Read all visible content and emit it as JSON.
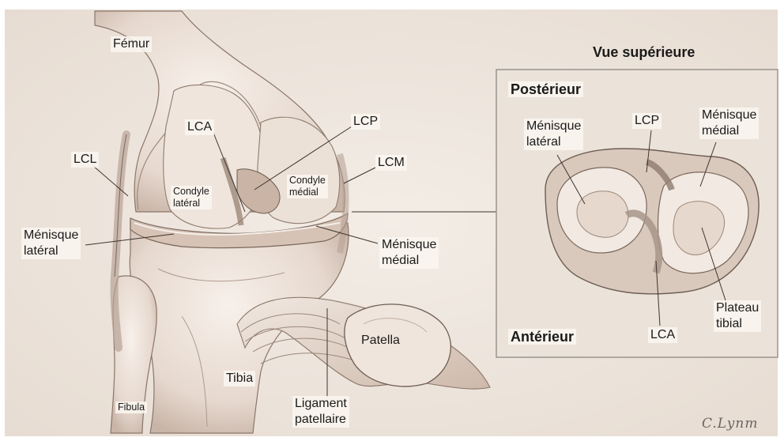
{
  "title": "Vue supérieure",
  "main_labels": {
    "femur": "Fémur",
    "lca": "LCA",
    "lcp": "LCP",
    "lcl": "LCL",
    "lcm": "LCM",
    "condyle_lateral": [
      "Condyle",
      "latéral"
    ],
    "condyle_medial": [
      "Condyle",
      "médial"
    ],
    "menisque_lateral": [
      "Ménisque",
      "latéral"
    ],
    "menisque_medial": [
      "Ménisque",
      "médial"
    ],
    "tibia": "Tibia",
    "fibula": "Fibula",
    "patella": "Patella",
    "ligament_patellaire": [
      "Ligament",
      "patellaire"
    ]
  },
  "inset_labels": {
    "posterieur": "Postérieur",
    "anterieur": "Antérieur",
    "menisque_lateral": [
      "Ménisque",
      "latéral"
    ],
    "lcp": "LCP",
    "menisque_medial": [
      "Ménisque",
      "médial"
    ],
    "plateau_tibial": [
      "Plateau",
      "tibial"
    ],
    "lca": "LCA"
  },
  "signature": "C.Lynm",
  "colors": {
    "background": "#efe7de",
    "bone": "#e8dcd2",
    "bone_shadow": "#b7a497",
    "line": "#5a4d46",
    "inset_border": "#8a8580"
  }
}
